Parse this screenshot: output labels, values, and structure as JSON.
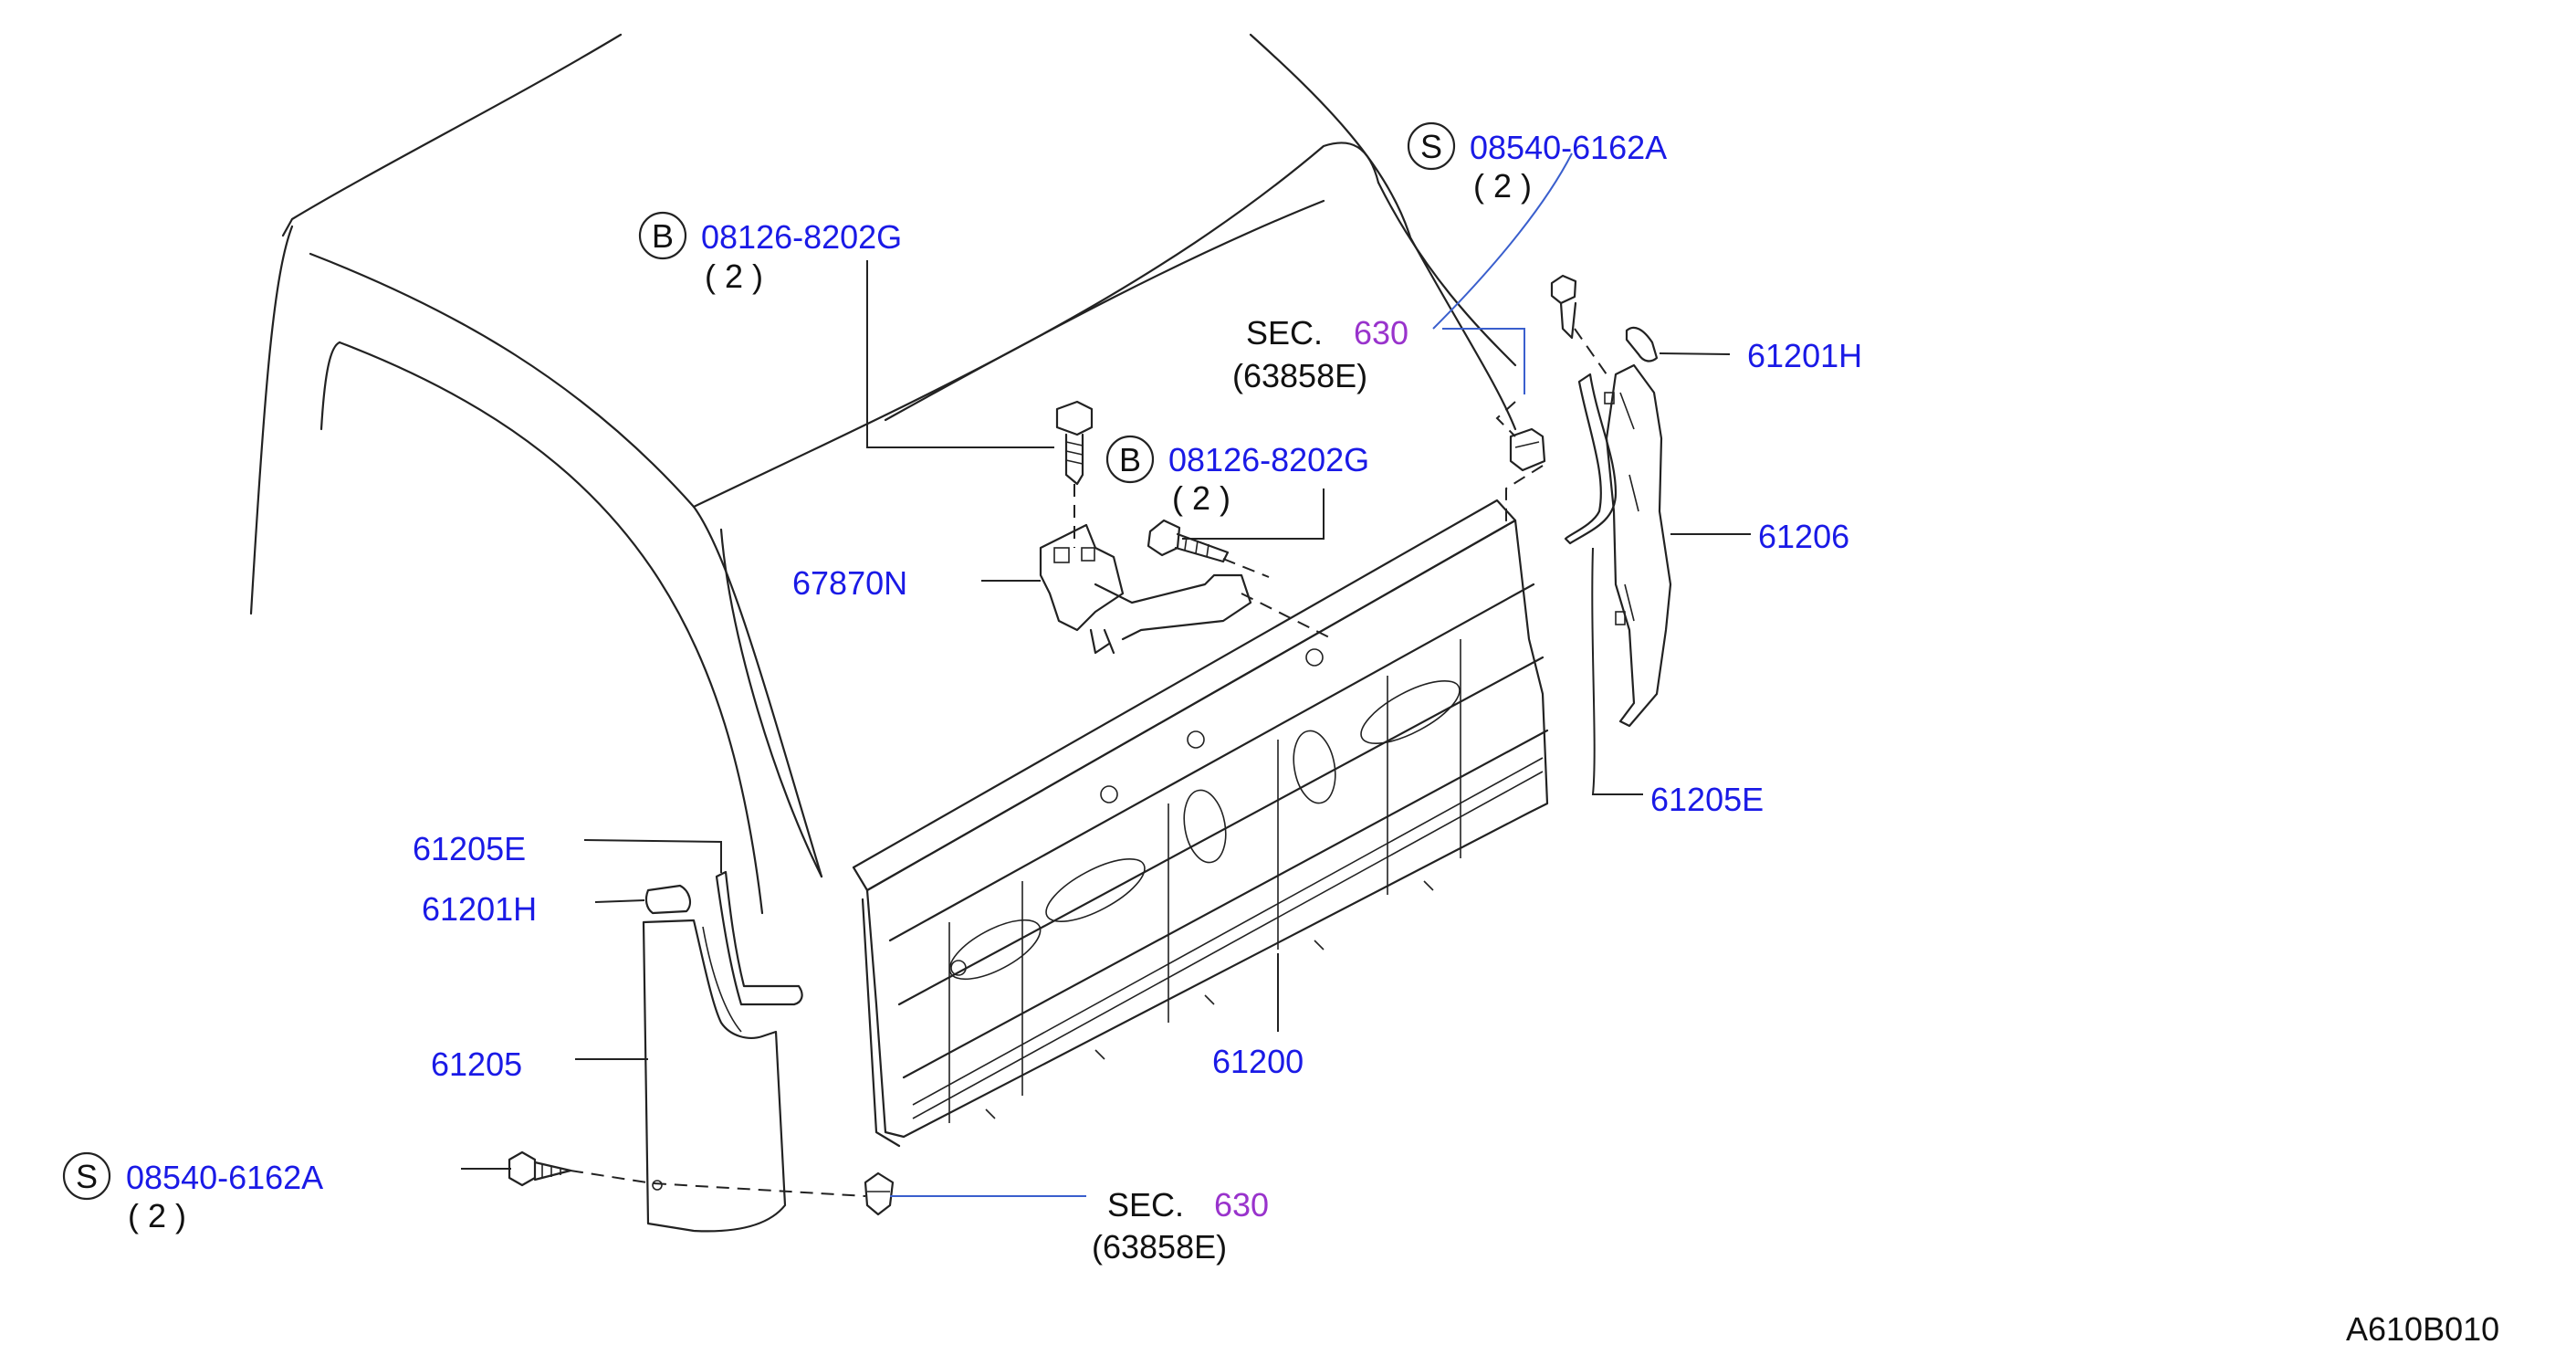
{
  "callouts": {
    "bolt_top": {
      "prefix": "B",
      "part": "08126-8202G",
      "qty": "( 2 )"
    },
    "bolt_mid": {
      "prefix": "B",
      "part": "08126-8202G",
      "qty": "( 2 )"
    },
    "screw_top": {
      "prefix": "S",
      "part": "08540-6162A",
      "qty": "( 2 )"
    },
    "screw_bottom": {
      "prefix": "S",
      "part": "08540-6162A",
      "qty": "( 2 )"
    }
  },
  "sections": {
    "top": {
      "prefix": "SEC.",
      "number": "630",
      "ref": "(63858E)"
    },
    "bottom": {
      "prefix": "SEC.",
      "number": "630",
      "ref": "(63858E)"
    }
  },
  "parts": {
    "bracket": "67870N",
    "cap_right": "61201H",
    "trim_right": "61206",
    "strip_right": "61205E",
    "strip_left": "61205E",
    "cap_left": "61201H",
    "trim_left": "61205",
    "panel": "61200"
  },
  "diagram_id": "A610B010",
  "colors": {
    "part_number": "#1a1ae6",
    "section_number": "#9933cc",
    "text": "#111111",
    "linework": "#222222"
  }
}
